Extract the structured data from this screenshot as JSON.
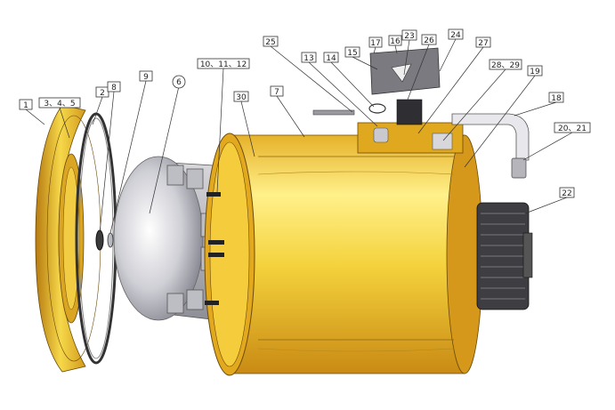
{
  "diagram": {
    "type": "exploded-assembly",
    "callouts": [
      {
        "id": "c1",
        "label": "1"
      },
      {
        "id": "c345",
        "label": "3、4、5"
      },
      {
        "id": "c2",
        "label": "2"
      },
      {
        "id": "c8",
        "label": "8"
      },
      {
        "id": "c9",
        "label": "9"
      },
      {
        "id": "c6",
        "label": "6"
      },
      {
        "id": "c101112",
        "label": "10、11、12"
      },
      {
        "id": "c30",
        "label": "30"
      },
      {
        "id": "c7",
        "label": "7"
      },
      {
        "id": "c25",
        "label": "25"
      },
      {
        "id": "c13",
        "label": "13"
      },
      {
        "id": "c14",
        "label": "14"
      },
      {
        "id": "c15",
        "label": "15"
      },
      {
        "id": "c17",
        "label": "17"
      },
      {
        "id": "c16",
        "label": "16"
      },
      {
        "id": "c23",
        "label": "23"
      },
      {
        "id": "c26",
        "label": "26"
      },
      {
        "id": "c24",
        "label": "24"
      },
      {
        "id": "c27",
        "label": "27"
      },
      {
        "id": "c2829",
        "label": "28、29"
      },
      {
        "id": "c19",
        "label": "19"
      },
      {
        "id": "c18",
        "label": "18"
      },
      {
        "id": "c2021",
        "label": "20、21"
      },
      {
        "id": "c22",
        "label": "22"
      }
    ]
  }
}
